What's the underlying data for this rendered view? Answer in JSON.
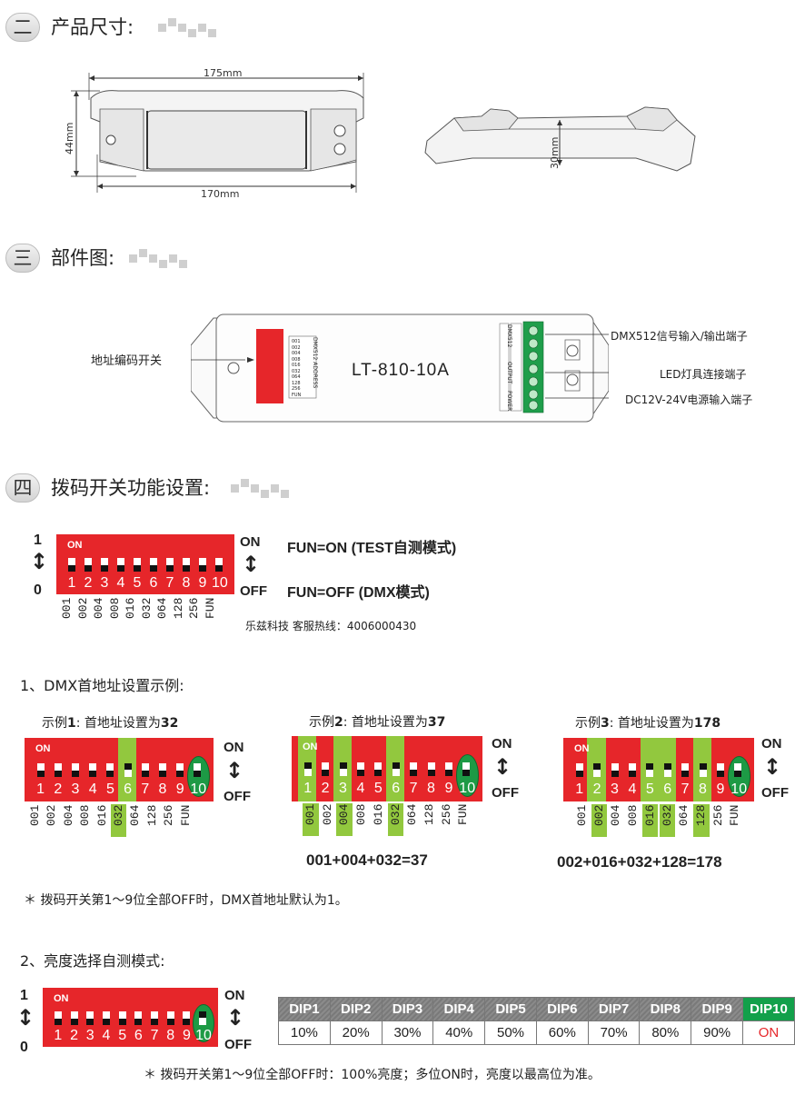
{
  "sections": {
    "dimensions": {
      "number": "二",
      "title": "产品尺寸:"
    },
    "parts": {
      "number": "三",
      "title": "部件图:"
    },
    "dip": {
      "number": "四",
      "title": "拨码开关功能设置:"
    }
  },
  "dimensions": {
    "top_width": "175mm",
    "bottom_width": "170mm",
    "height": "44mm",
    "side_height": "30mm"
  },
  "parts": {
    "address_switch_label": "地址编码开关",
    "model": "LT-810-10A",
    "dmx_terminal": "DMX512信号输入/输出端子",
    "led_terminal": "LED灯具连接端子",
    "power_terminal": "DC12V-24V电源输入端子",
    "dmx_box_label": "DMX512",
    "output_box_label": "OUTPUT",
    "power_box_label": "POWER",
    "dip_codes": [
      "001",
      "002",
      "004",
      "008",
      "016",
      "032",
      "064",
      "128",
      "256",
      "FUN"
    ],
    "dip_side_label": "DMX512 ADDRESS"
  },
  "dip_main": {
    "on_label": "ON",
    "off_label": "OFF",
    "top_num": "1",
    "bottom_num": "0",
    "numbers": [
      "1",
      "2",
      "3",
      "4",
      "5",
      "6",
      "7",
      "8",
      "9",
      "10"
    ],
    "codes": [
      "001",
      "002",
      "004",
      "008",
      "016",
      "032",
      "064",
      "128",
      "256",
      "FUN"
    ],
    "fun_on": "FUN=ON (TEST自测模式)",
    "fun_off": "FUN=OFF (DMX模式)",
    "hotline": "乐兹科技 客服热线：4006000430"
  },
  "dmx_address": {
    "heading": "1、DMX首地址设置示例:",
    "examples": [
      {
        "title_prefix": "示例",
        "title_num": "1",
        "title_mid": ": 首地址设置为",
        "title_value": "32",
        "sum": ""
      },
      {
        "title_prefix": "示例",
        "title_num": "2",
        "title_mid": ": 首地址设置为",
        "title_value": "37",
        "sum": "001+004+032=37"
      },
      {
        "title_prefix": "示例",
        "title_num": "3",
        "title_mid": ": 首地址设置为",
        "title_value": "178",
        "sum": "002+016+032+128=178"
      }
    ],
    "note": "＊ 拨码开关第1～9位全部OFF时，DMX首地址默认为1。"
  },
  "brightness": {
    "heading": "2、亮度选择自测模式:",
    "headers": [
      "DIP1",
      "DIP2",
      "DIP3",
      "DIP4",
      "DIP5",
      "DIP6",
      "DIP7",
      "DIP8",
      "DIP9",
      "DIP10"
    ],
    "values": [
      "10%",
      "20%",
      "30%",
      "40%",
      "50%",
      "60%",
      "70%",
      "80%",
      "90%",
      "ON"
    ],
    "note": "＊ 拨码开关第1～9位全部OFF时：100%亮度；多位ON时，亮度以最高位为准。"
  },
  "colors": {
    "switch_red": "#e6262a",
    "highlight_green": "#92c83e",
    "oval_green": "#1d9a45",
    "terminal_green": "#1f9e4b"
  }
}
